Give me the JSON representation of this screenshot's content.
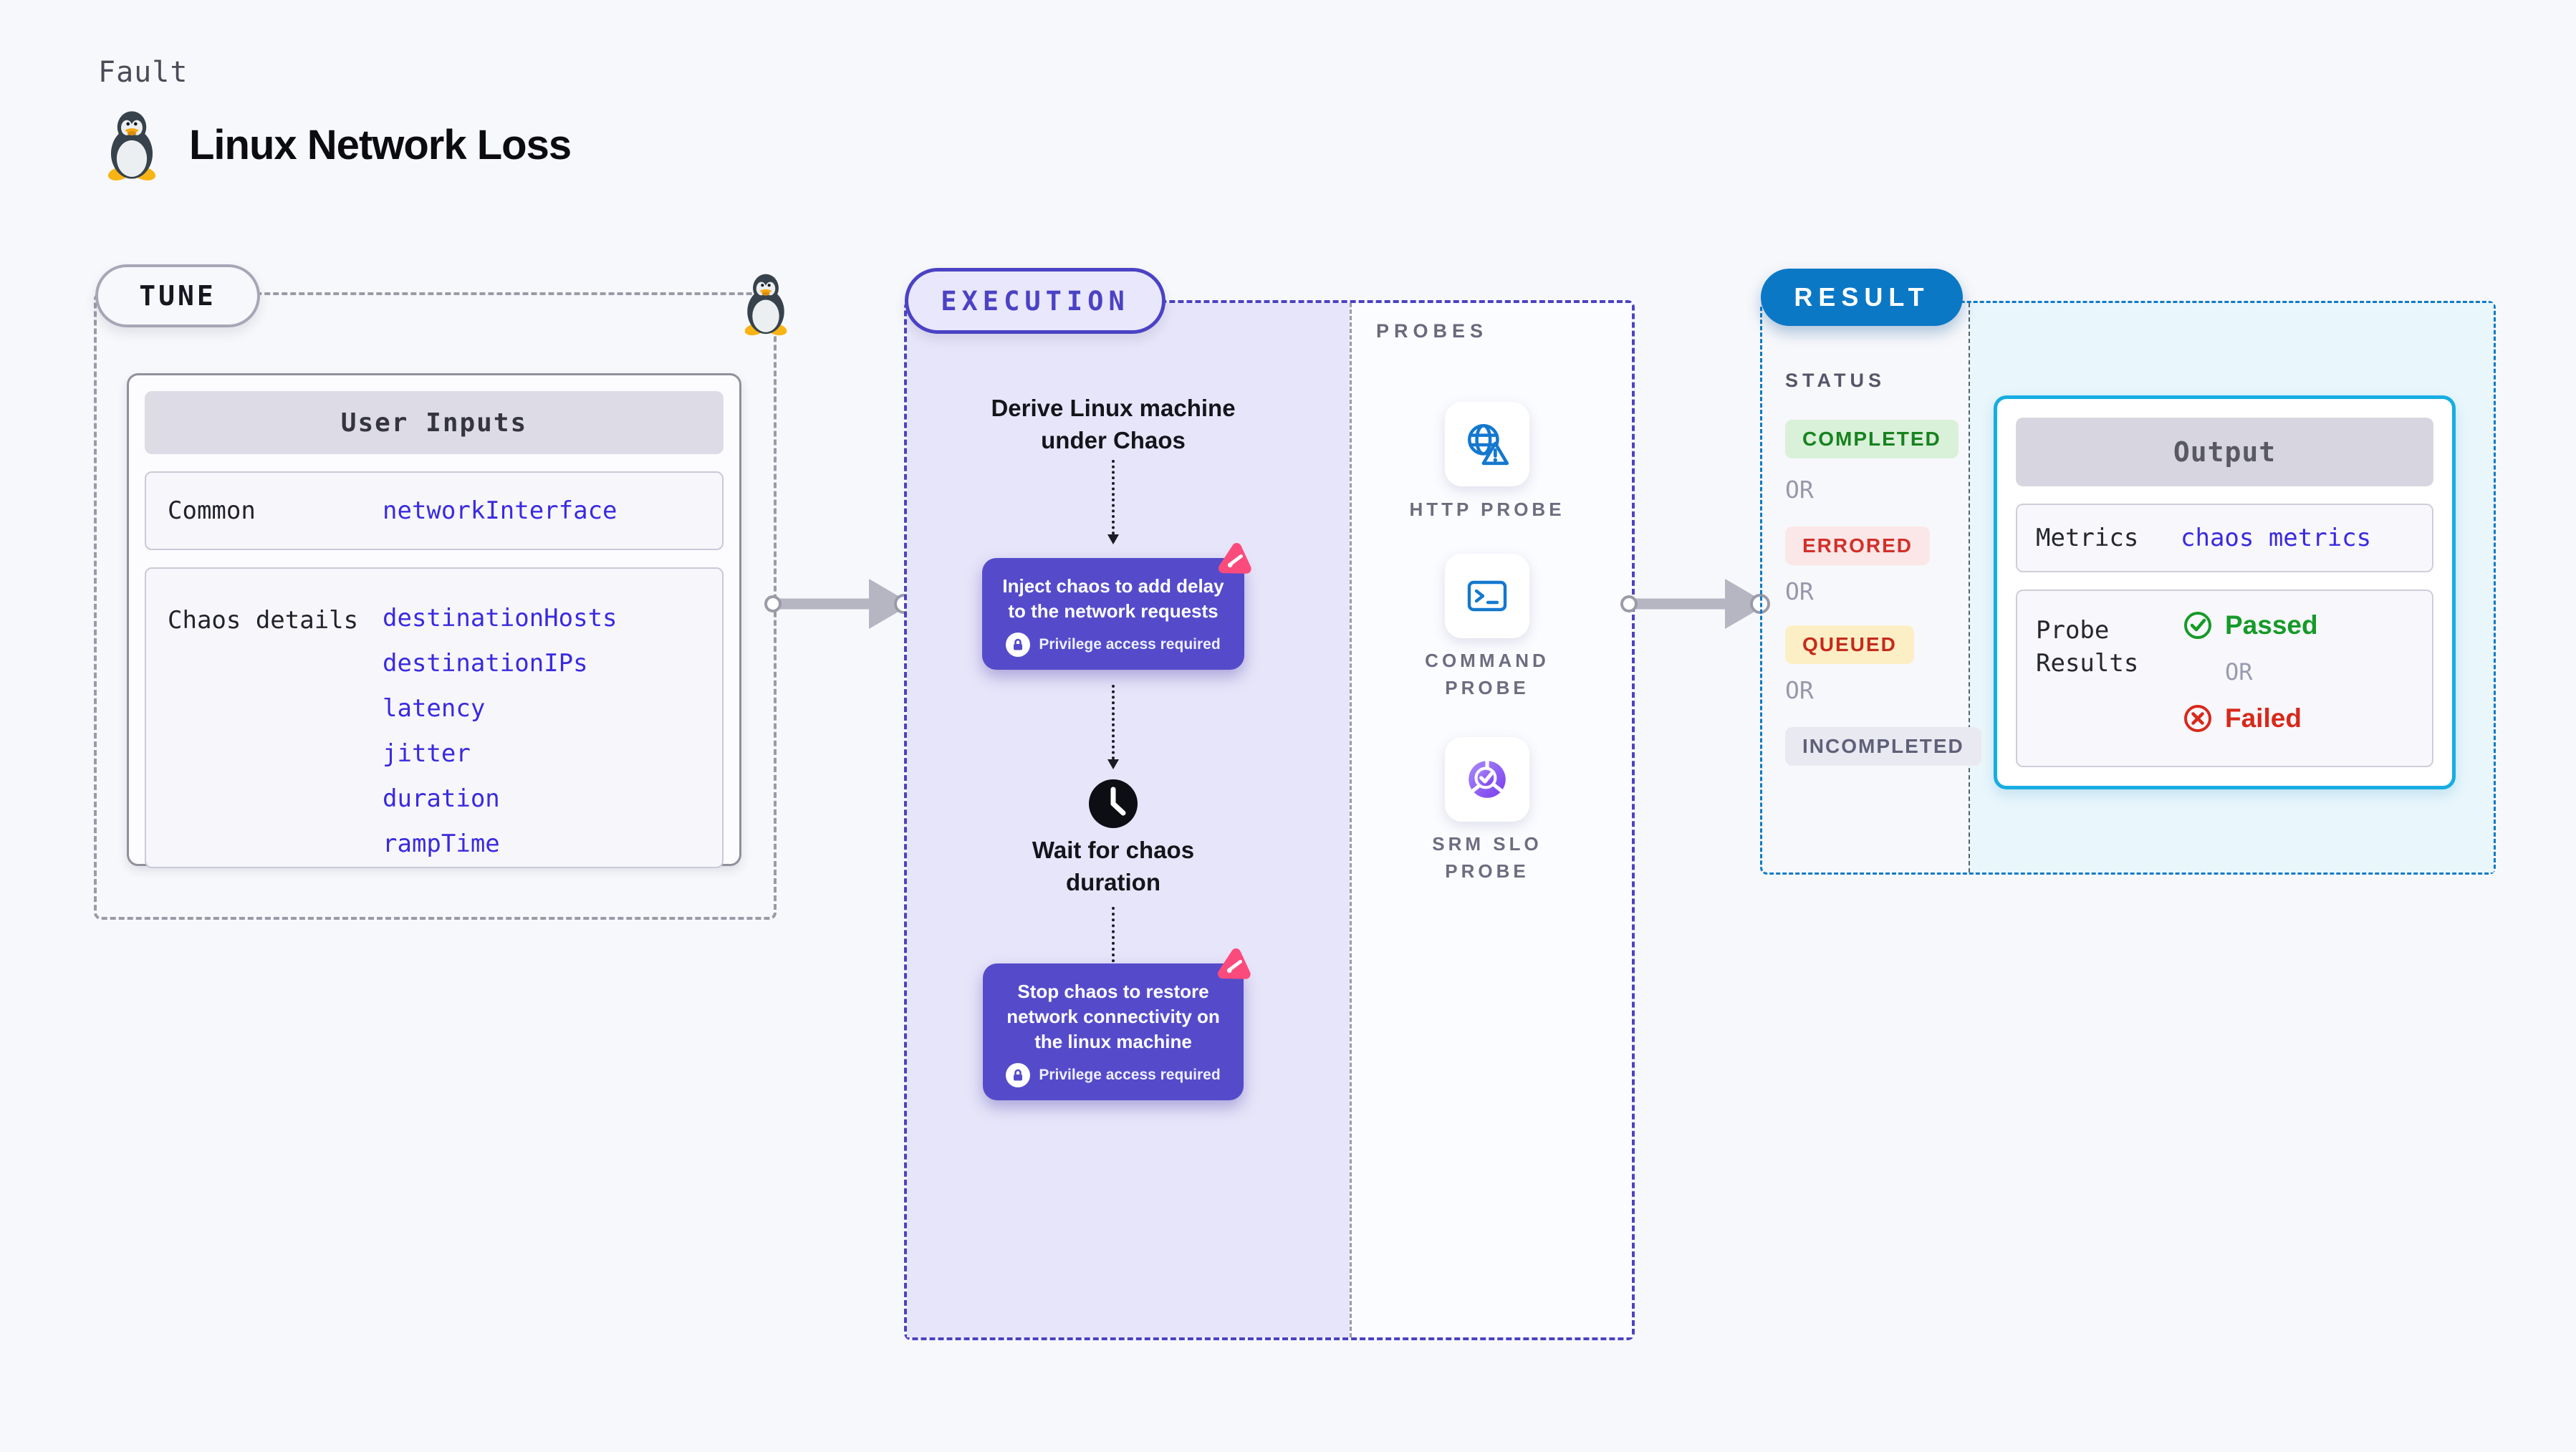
{
  "header": {
    "kicker": "Fault",
    "title": "Linux Network Loss"
  },
  "tune": {
    "pill": "TUNE",
    "table_header": "User Inputs",
    "rows": [
      {
        "label": "Common",
        "values": [
          "networkInterface"
        ]
      },
      {
        "label": "Chaos details",
        "values": [
          "destinationHosts",
          "destinationIPs",
          "latency",
          "jitter",
          "duration",
          "rampTime"
        ]
      }
    ]
  },
  "execution": {
    "pill": "EXECUTION",
    "derive_step": "Derive Linux machine under Chaos",
    "inject_step": "Inject chaos to add delay to the network requests",
    "wait_step": "Wait for chaos duration",
    "stop_step": "Stop chaos to restore network connectivity on the linux machine",
    "privilege_note": "Privilege access required"
  },
  "probes": {
    "label": "PROBES",
    "items": [
      "HTTP PROBE",
      "COMMAND PROBE",
      "SRM SLO PROBE"
    ]
  },
  "result": {
    "pill": "RESULT",
    "status_label": "STATUS",
    "or_label": "OR",
    "statuses": [
      "COMPLETED",
      "ERRORED",
      "QUEUED",
      "INCOMPLETED"
    ],
    "output": {
      "header": "Output",
      "metrics_label": "Metrics",
      "metrics_value": "chaos metrics",
      "probe_results_label": "Probe Results",
      "passed_label": "Passed",
      "or_label": "OR",
      "failed_label": "Failed"
    }
  },
  "icons": {
    "penguin": "tux-penguin-icon",
    "chaos": "chaos-logo-icon",
    "lock": "lock-icon",
    "clock": "clock-icon",
    "http_probe": "globe-alert-icon",
    "command_probe": "terminal-icon",
    "srm_probe": "slo-pie-check-icon",
    "passed": "check-circle-icon",
    "failed": "x-circle-icon"
  },
  "colors": {
    "page_bg": "#f7f8fb",
    "indigo_accent": "#4b42c4",
    "node_fill": "#554bca",
    "lavender_bg": "#e7e5f9",
    "result_blue": "#0b78c6",
    "output_border_cyan": "#16ade2",
    "output_area_bg": "#e9f6fc",
    "value_blue": "#3a2ae0",
    "pink_logo": "#fb4b7c",
    "completed_green": "#17821f",
    "errored_red": "#d2302a",
    "queued_amber_bg": "#fcefc6",
    "probe_icon_blue": "#1478cf",
    "srm_purple": "#7a3bed"
  }
}
